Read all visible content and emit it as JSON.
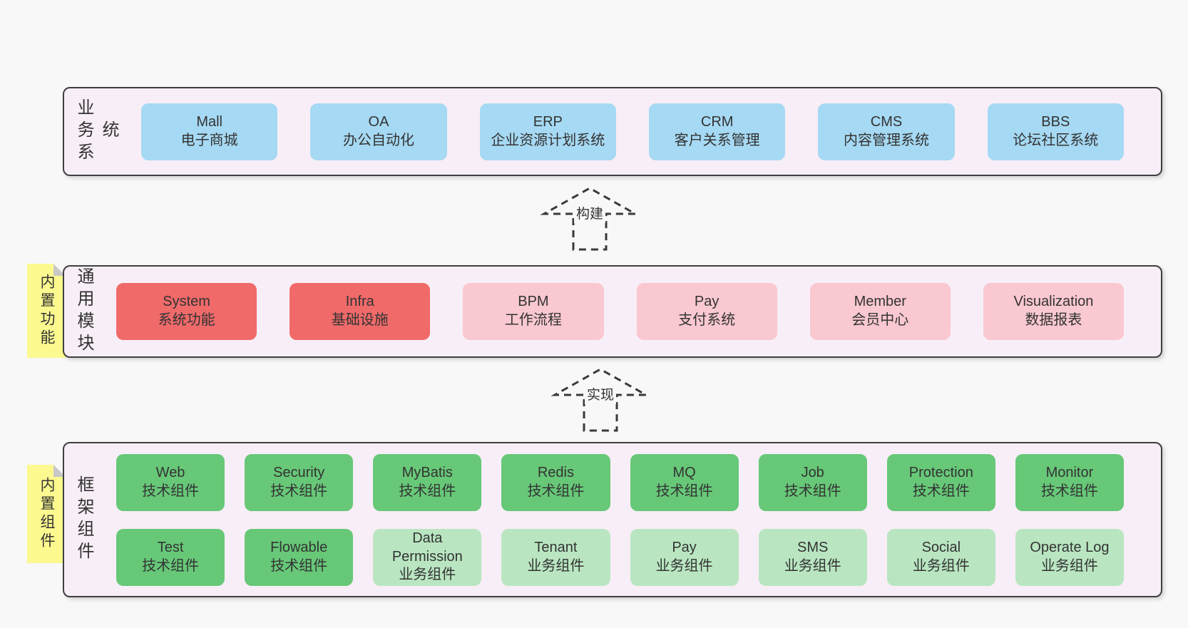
{
  "colors": {
    "page_bg": "#f8f8f8",
    "band_bg": "#f8eef7",
    "band_border": "#3f3f3f",
    "box_blue": "#a6d9f3",
    "box_red": "#f06a6a",
    "box_pink": "#f9c8d0",
    "box_green": "#67c878",
    "box_green_light": "#b9e6c1",
    "sticky_yellow": "#fbf98f",
    "sticky_fold": "#c8c8c8",
    "text_dark": "#333333"
  },
  "bands": {
    "business": {
      "label": "业务系统",
      "boxes": [
        {
          "name": "Mall",
          "desc": "电子商城"
        },
        {
          "name": "OA",
          "desc": "办公自动化"
        },
        {
          "name": "ERP",
          "desc": "企业资源计划系统"
        },
        {
          "name": "CRM",
          "desc": "客户关系管理"
        },
        {
          "name": "CMS",
          "desc": "内容管理系统"
        },
        {
          "name": "BBS",
          "desc": "论坛社区系统"
        }
      ]
    },
    "modules": {
      "label": "通用模块",
      "note": "内置功能",
      "boxes": [
        {
          "name": "System",
          "desc": "系统功能"
        },
        {
          "name": "Infra",
          "desc": "基础设施"
        },
        {
          "name": "BPM",
          "desc": "工作流程"
        },
        {
          "name": "Pay",
          "desc": "支付系统"
        },
        {
          "name": "Member",
          "desc": "会员中心"
        },
        {
          "name": "Visualization",
          "desc": "数据报表"
        }
      ]
    },
    "components": {
      "label": "框架组件",
      "note": "内置组件",
      "row1": [
        {
          "name": "Web",
          "desc": "技术组件"
        },
        {
          "name": "Security",
          "desc": "技术组件"
        },
        {
          "name": "MyBatis",
          "desc": "技术组件"
        },
        {
          "name": "Redis",
          "desc": "技术组件"
        },
        {
          "name": "MQ",
          "desc": "技术组件"
        },
        {
          "name": "Job",
          "desc": "技术组件"
        },
        {
          "name": "Protection",
          "desc": "技术组件"
        },
        {
          "name": "Monitor",
          "desc": "技术组件"
        }
      ],
      "row2": [
        {
          "name": "Test",
          "desc": "技术组件"
        },
        {
          "name": "Flowable",
          "desc": "技术组件"
        },
        {
          "name": "Data Permission",
          "desc": "业务组件"
        },
        {
          "name": "Tenant",
          "desc": "业务组件"
        },
        {
          "name": "Pay",
          "desc": "业务组件"
        },
        {
          "name": "SMS",
          "desc": "业务组件"
        },
        {
          "name": "Social",
          "desc": "业务组件"
        },
        {
          "name": "Operate Log",
          "desc": "业务组件"
        }
      ]
    }
  },
  "arrows": {
    "build": {
      "label": "构建"
    },
    "implement": {
      "label": "实现"
    }
  }
}
